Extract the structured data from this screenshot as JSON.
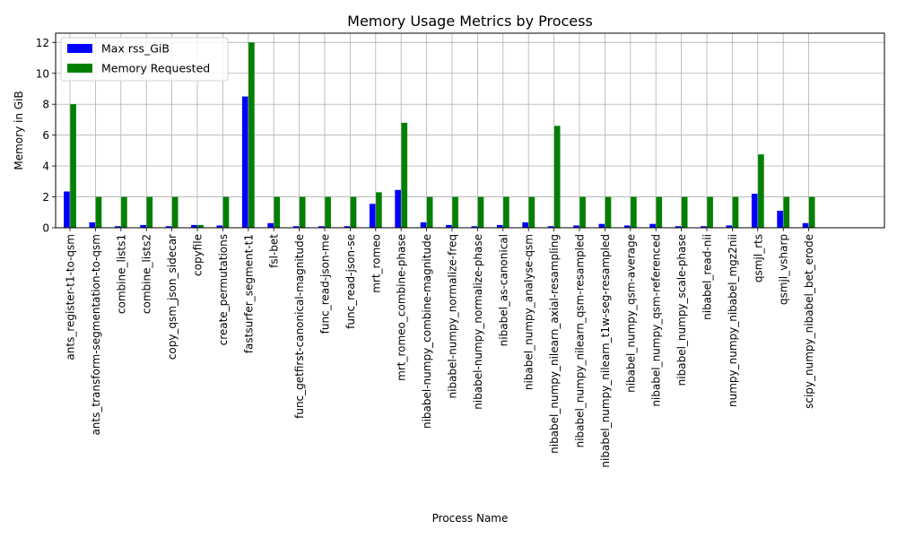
{
  "chart_data": {
    "type": "bar",
    "title": "Memory Usage Metrics by Process",
    "xlabel": "Process Name",
    "ylabel": "Memory in GiB",
    "ylim": [
      0,
      12.6
    ],
    "yticks": [
      0,
      2,
      4,
      6,
      8,
      10,
      12
    ],
    "grid": true,
    "legend_position": "top-left",
    "categories": [
      "ants_register-t1-to-qsm",
      "ants_transform-segmentation-to-qsm",
      "combine_lists1",
      "combine_lists2",
      "copy_qsm_json_sidecar",
      "copyfile",
      "create_permutations",
      "fastsurfer_segment-t1",
      "fsl-bet",
      "func_getfirst-canonical-magnitude",
      "func_read-json-me",
      "func_read-json-se",
      "mrt_romeo",
      "mrt_romeo_combine-phase",
      "nibabel-numpy_combine-magnitude",
      "nibabel-numpy_normalize-freq",
      "nibabel-numpy_normalize-phase",
      "nibabel_as-canonical",
      "nibabel_numpy_analyse-qsm",
      "nibabel_numpy_nilearn_axial-resampling",
      "nibabel_numpy_nilearn_qsm-resampled",
      "nibabel_numpy_nilearn_t1w-seg-resampled",
      "nibabel_numpy_qsm-average",
      "nibabel_numpy_qsm-referenced",
      "nibabel_numpy_scale-phase",
      "nibabel_read-nii",
      "numpy_numpy_nibabel_mgz2nii",
      "qsmjl_rts",
      "qsmjl_vsharp",
      "scipy_numpy_nibabel_bet_erode"
    ],
    "series": [
      {
        "name": "Max rss_GiB",
        "color": "#0000ff",
        "values": [
          2.35,
          0.35,
          0.1,
          0.18,
          0.1,
          0.18,
          0.15,
          8.5,
          0.3,
          0.1,
          0.1,
          0.1,
          1.55,
          2.45,
          0.35,
          0.18,
          0.1,
          0.18,
          0.35,
          0.1,
          0.15,
          0.25,
          0.15,
          0.25,
          0.1,
          0.1,
          0.15,
          2.2,
          1.1,
          0.3
        ]
      },
      {
        "name": "Memory Requested",
        "color": "#008000",
        "values": [
          8.0,
          2.0,
          2.0,
          2.0,
          2.0,
          0.18,
          2.0,
          12.0,
          2.0,
          2.0,
          2.0,
          2.0,
          2.3,
          6.8,
          2.0,
          2.0,
          2.0,
          2.0,
          2.0,
          6.6,
          2.0,
          2.0,
          2.0,
          2.0,
          2.0,
          2.0,
          2.0,
          4.75,
          2.0,
          2.0
        ]
      }
    ]
  }
}
